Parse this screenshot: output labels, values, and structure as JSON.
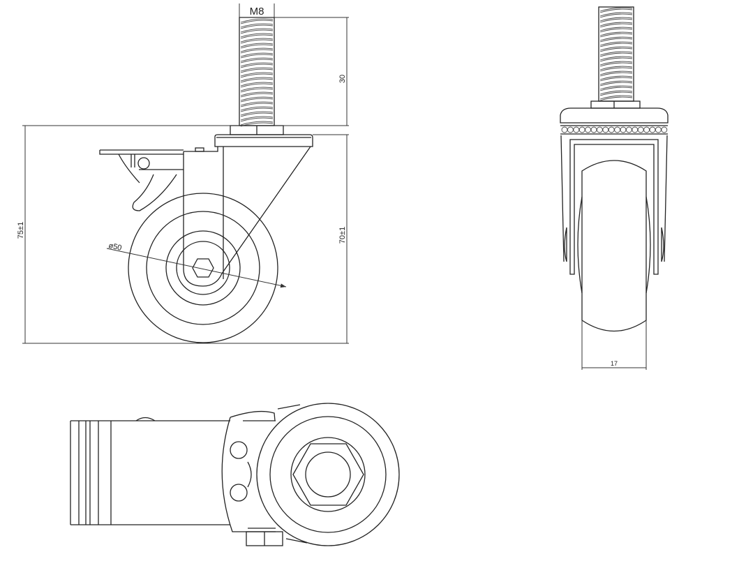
{
  "drawing": {
    "thread_label": "M8",
    "thread_length": "30",
    "overall_height": "75±1",
    "bracket_height": "70±1",
    "wheel_diameter": "ø50",
    "wheel_width": "17"
  }
}
